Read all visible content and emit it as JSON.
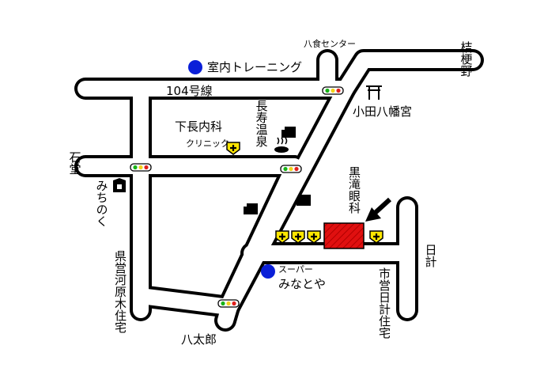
{
  "colors": {
    "road_outline": "#000000",
    "road_fill": "#ffffff",
    "destination": "#e01010",
    "marker_blue": "#0a1fd8",
    "clinic_badge": "#ffe600",
    "signal_green": "#17b316",
    "signal_yellow": "#f2d21b",
    "signal_red": "#e0201c"
  },
  "labels": {
    "route104": "104号線",
    "hachishoku": "八食センター",
    "kikyono": "桔梗野",
    "odahachimangu": "小田八幡宮",
    "shitanaga_1": "下長内科",
    "shitanaga_2": "クリニック",
    "nagasu_onsen": "長寿温泉",
    "ishido": "石堂",
    "michinoku": "みちのく",
    "kawara_housing": "県営河原木住宅",
    "kuroda_eye": "黒滝眼科",
    "nikkei": "日計",
    "super_label": "スーパー",
    "minatoya": "みなとや",
    "shiei_housing": "市営日計住宅",
    "hachitaro": "八太郎"
  },
  "markers": {
    "indoor_training": {
      "icon": "blue-circle-icon",
      "label": "室内トレーニング"
    },
    "super_minatoya": {
      "icon": "blue-circle-icon"
    },
    "destination": {
      "icon": "red-hatched-building-icon"
    },
    "arrow": {
      "icon": "destination-arrow-icon"
    },
    "shrine": {
      "icon": "torii-gate-icon"
    },
    "hot_spring": {
      "icon": "onsen-icon"
    },
    "michinoku_bank": {
      "icon": "bank-building-icon"
    },
    "clinic": {
      "icon": "clinic-cross-icon"
    },
    "signal": {
      "icon": "traffic-signal-icon"
    },
    "building": {
      "icon": "building-icon"
    }
  }
}
